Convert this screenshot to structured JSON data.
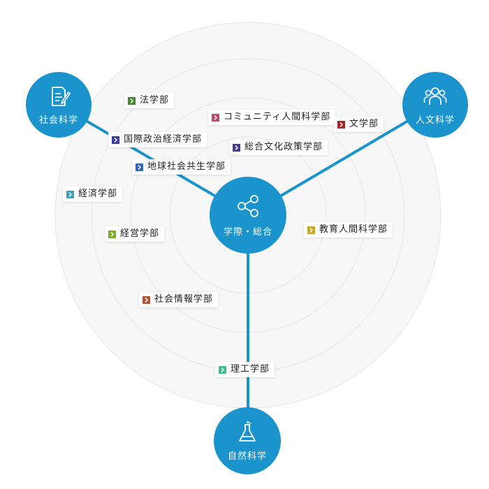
{
  "hubs": {
    "social": {
      "label": "社会科学",
      "icon": "document-pen-icon"
    },
    "humanities": {
      "label": "人文科学",
      "icon": "people-group-icon"
    },
    "center": {
      "label": "学際・総合",
      "icon": "share-network-icon"
    },
    "natural": {
      "label": "自然科学",
      "icon": "flask-icon"
    }
  },
  "colors": {
    "hub": "#1b93cd",
    "line": "#1b93cd",
    "ring_fill": "#f7f7f7",
    "ring_stroke": "#e6e6e6"
  },
  "departments": [
    {
      "id": "law",
      "label": "法学部",
      "color": "#3f8b2a"
    },
    {
      "id": "community",
      "label": "コミュニティ人間科学部",
      "color": "#c2466a"
    },
    {
      "id": "letters",
      "label": "文学部",
      "color": "#b0221c"
    },
    {
      "id": "intl-politics",
      "label": "国際政治経済学部",
      "color": "#3b3f9a"
    },
    {
      "id": "cultural-policy",
      "label": "総合文化政策学部",
      "color": "#4a3d8f"
    },
    {
      "id": "global-studies",
      "label": "地球社会共生学部",
      "color": "#3a64b5"
    },
    {
      "id": "economics",
      "label": "経済学部",
      "color": "#3aa0c4"
    },
    {
      "id": "education",
      "label": "教育人間科学部",
      "color": "#c9a72a"
    },
    {
      "id": "business",
      "label": "経営学部",
      "color": "#7aaa2a"
    },
    {
      "id": "social-informatics",
      "label": "社会情報学部",
      "color": "#b1573a"
    },
    {
      "id": "science-engineering",
      "label": "理工学部",
      "color": "#3dbd8a"
    }
  ]
}
